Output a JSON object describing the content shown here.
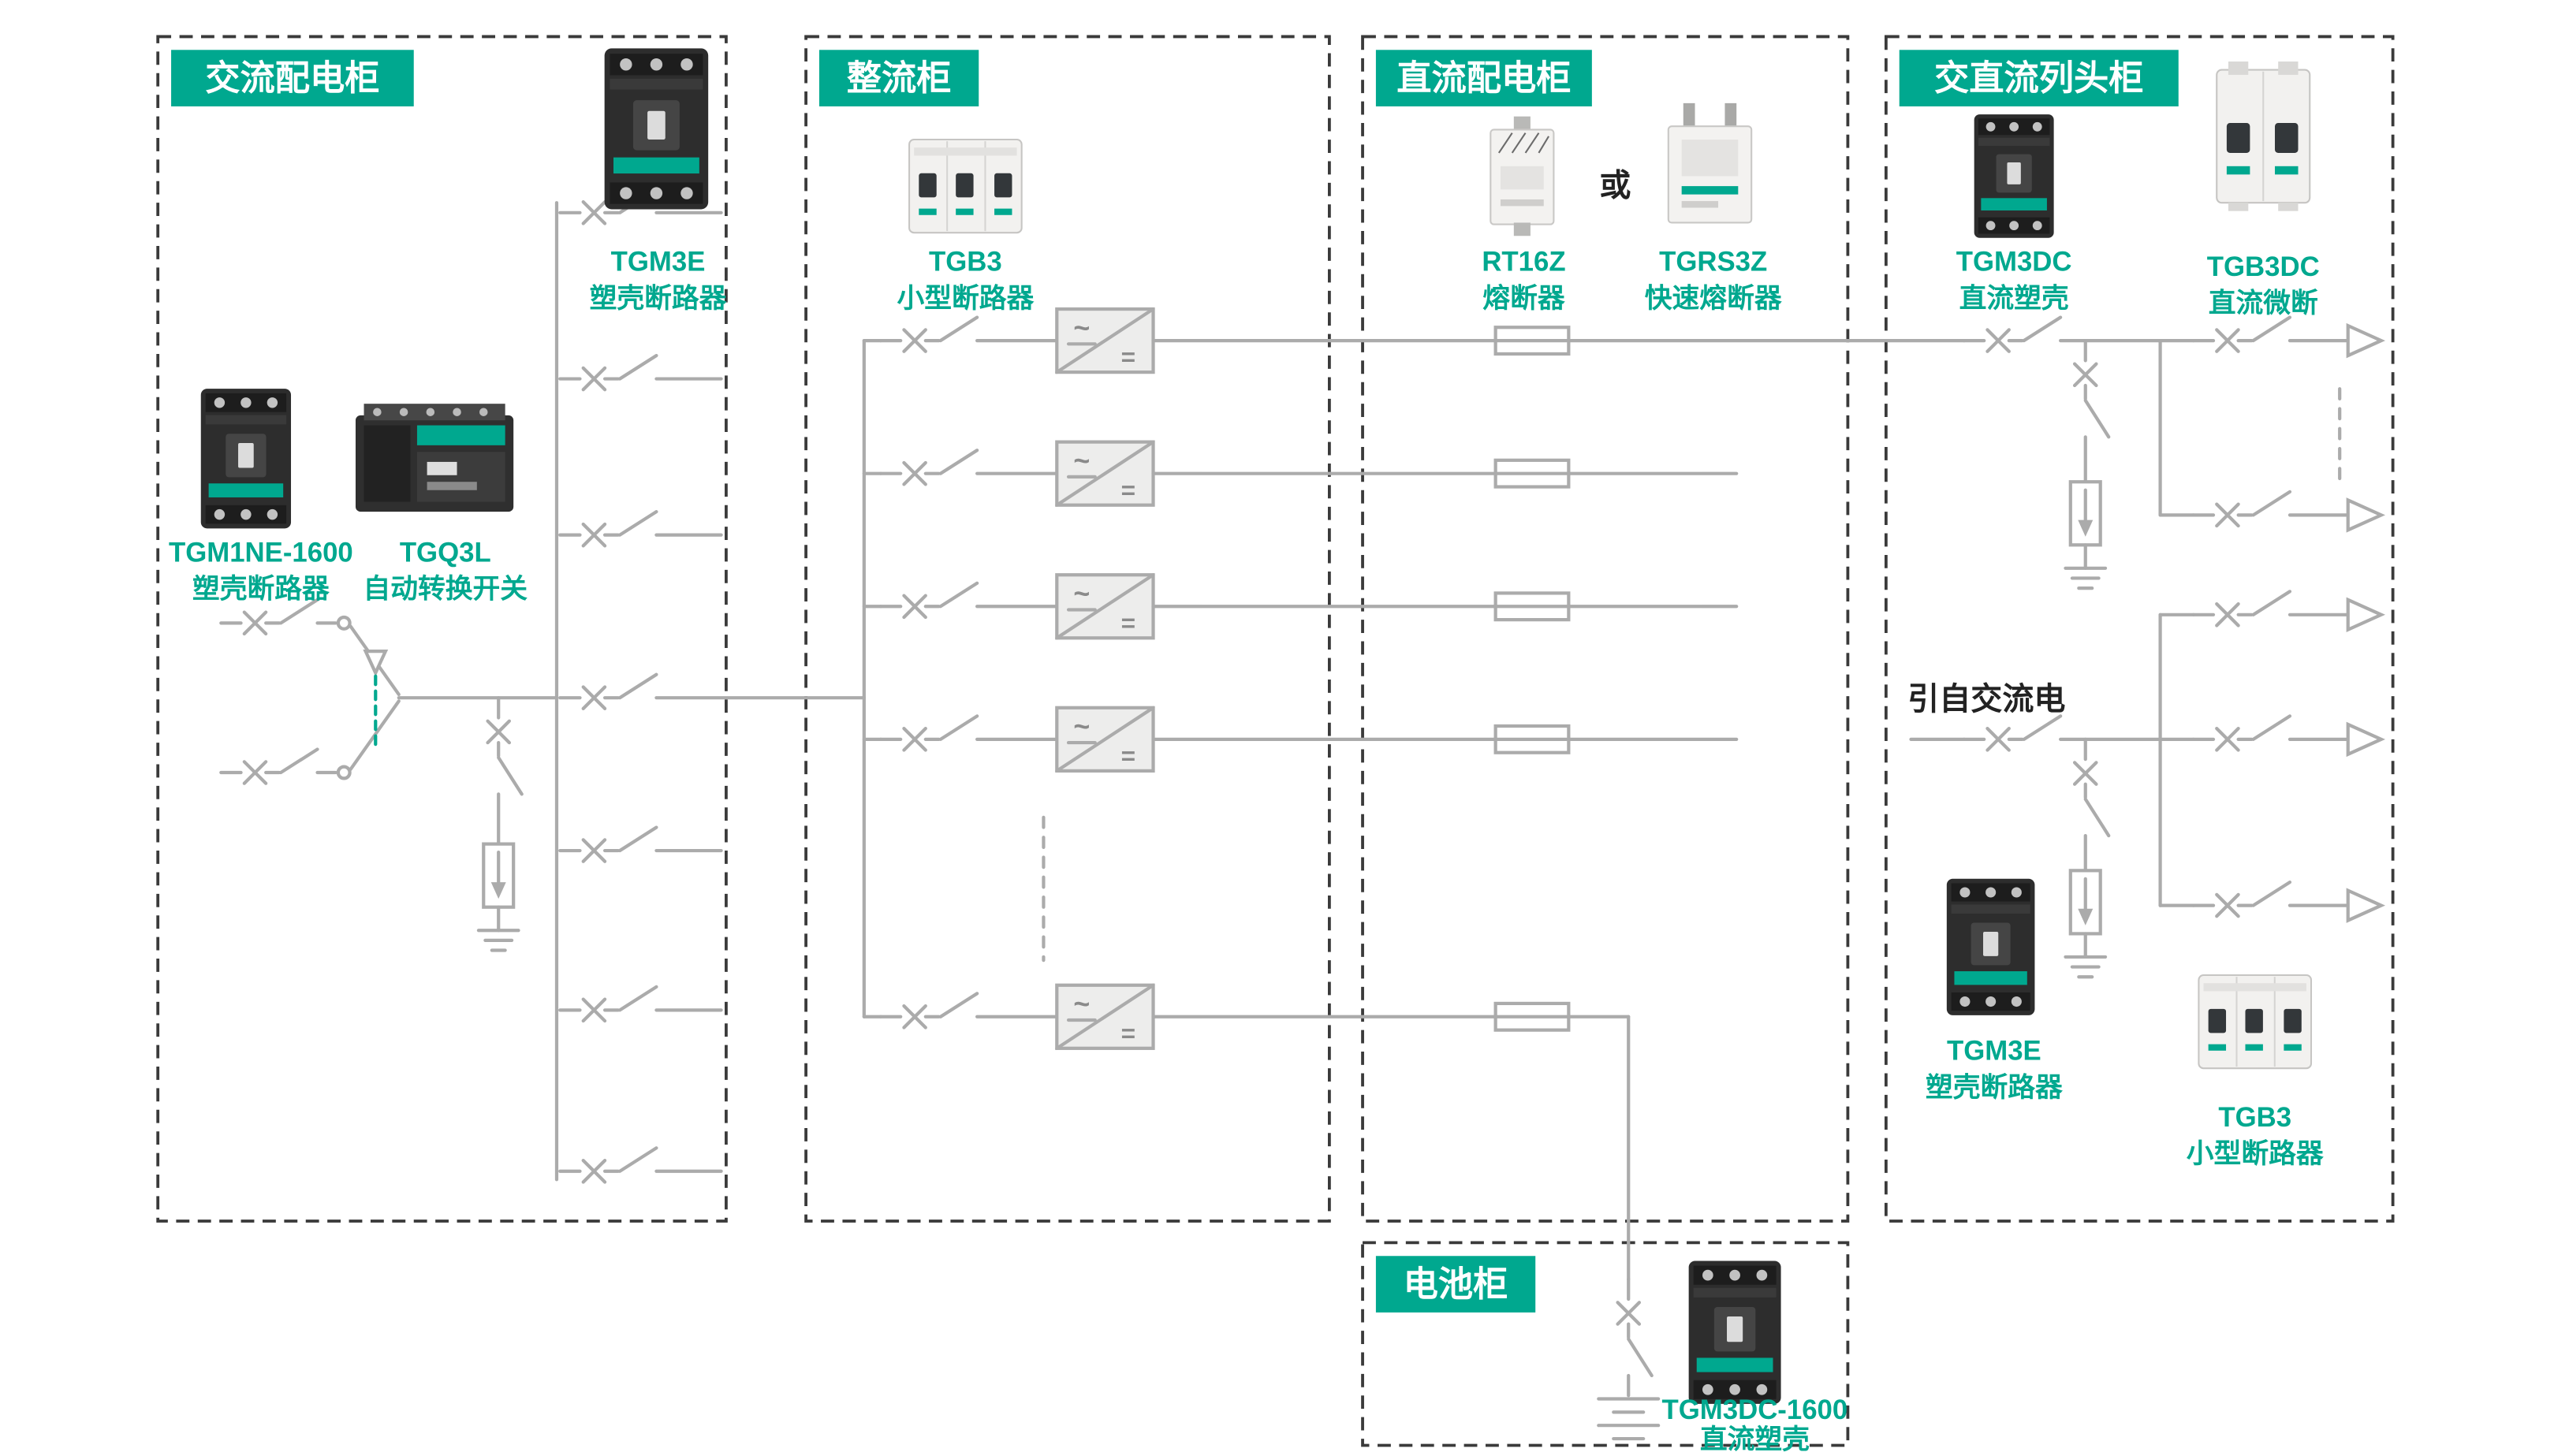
{
  "colors": {
    "accent": "#00A88F",
    "line": "#ABABAB",
    "border": "#3A3A3A",
    "text_dark": "#222222"
  },
  "sections": {
    "ac": {
      "title": "交流配电柜"
    },
    "rect": {
      "title": "整流柜"
    },
    "dc": {
      "title": "直流配电柜"
    },
    "rowhead": {
      "title": "交直流列头柜"
    },
    "battery": {
      "title": "电池柜"
    }
  },
  "products": {
    "tgm3e_ac": {
      "name": "TGM3E",
      "desc": "塑壳断路器"
    },
    "tgm1ne": {
      "name": "TGM1NE-1600",
      "desc": "塑壳断路器"
    },
    "tgq3l": {
      "name": "TGQ3L",
      "desc": "自动转换开关"
    },
    "tgb3_rect": {
      "name": "TGB3",
      "desc": "小型断路器"
    },
    "rt16z": {
      "name": "RT16Z",
      "desc": "熔断器"
    },
    "tgrs3z": {
      "name": "TGRS3Z",
      "desc": "快速熔断器"
    },
    "tgm3dc": {
      "name": "TGM3DC",
      "desc": "直流塑壳"
    },
    "tgb3dc": {
      "name": "TGB3DC",
      "desc": "直流微断"
    },
    "tgm3e_rh": {
      "name": "TGM3E",
      "desc": "塑壳断路器"
    },
    "tgb3_rh": {
      "name": "TGB3",
      "desc": "小型断路器"
    },
    "tgm3dc1600": {
      "name": "TGM3DC-1600",
      "desc": "直流塑壳"
    }
  },
  "annotations": {
    "or_label": "或",
    "ac_source_label": "引自交流电"
  },
  "glyphs": {
    "ac": "~",
    "dc": "="
  }
}
